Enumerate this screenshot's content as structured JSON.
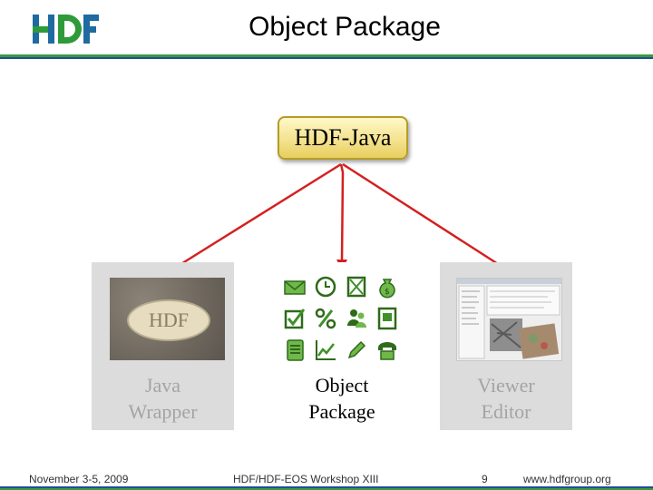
{
  "header": {
    "title": "Object Package"
  },
  "diagram": {
    "root_label": "HDF-Java",
    "hdf_oval_label": "HDF",
    "left_panel_label": "Java\nWrapper",
    "left_line1": "Java",
    "left_line2": "Wrapper",
    "middle_line1": "Object",
    "middle_line2": "Package",
    "right_line1": "Viewer",
    "right_line2": "Editor",
    "arrow_color": "#d42020",
    "icons": [
      "envelope-icon",
      "clock-icon",
      "crossed-box-icon",
      "money-bag-icon",
      "checkbox-icon",
      "percent-icon",
      "users-icon",
      "document-icon",
      "notepad-icon",
      "line-chart-icon",
      "pencil-icon",
      "telephone-icon"
    ]
  },
  "footer": {
    "date": "November 3-5, 2009",
    "event": "HDF/HDF-EOS Workshop XIII",
    "page": "9",
    "url": "www.hdfgroup.org"
  },
  "colors": {
    "accent_green": "#3a9a3a",
    "accent_blue": "#1f4e9a",
    "box_gold": "#e8cf5e",
    "icon_green": "#3f8f2a"
  }
}
